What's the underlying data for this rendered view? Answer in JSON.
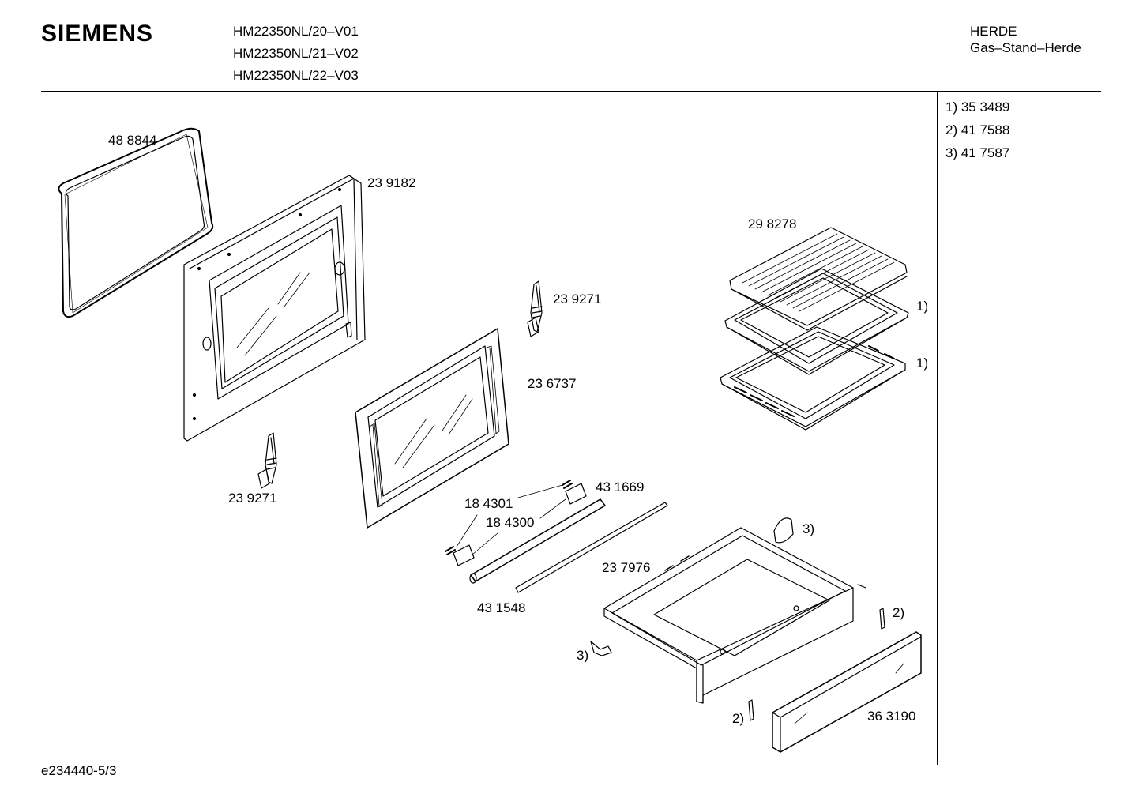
{
  "header": {
    "brand": "SIEMENS",
    "models": [
      "HM22350NL/20–V01",
      "HM22350NL/21–V02",
      "HM22350NL/22–V03"
    ],
    "category": "HERDE",
    "subcategory": "Gas–Stand–Herde"
  },
  "notes": [
    "1) 35 3489",
    "2) 41 7588",
    "3) 41 7587"
  ],
  "parts": {
    "gasket": "48 8844",
    "door_frame": "23 9182",
    "hinge_right": "23 9271",
    "hinge_left": "23 9271",
    "door_glass": "23 6737",
    "rack": "29 8278",
    "tray_note_1a": "1)",
    "tray_note_1b": "1)",
    "handle_cap": "43 1669",
    "handle_spacer_1": "18 4301",
    "handle_spacer_2": "18 4300",
    "handle_strip": "43 1548",
    "drawer": "23 7976",
    "drawer_note_3a": "3)",
    "drawer_note_3b": "3)",
    "drawer_note_2a": "2)",
    "drawer_note_2b": "2)",
    "drawer_front": "36 3190"
  },
  "footer": "e234440-5/3"
}
